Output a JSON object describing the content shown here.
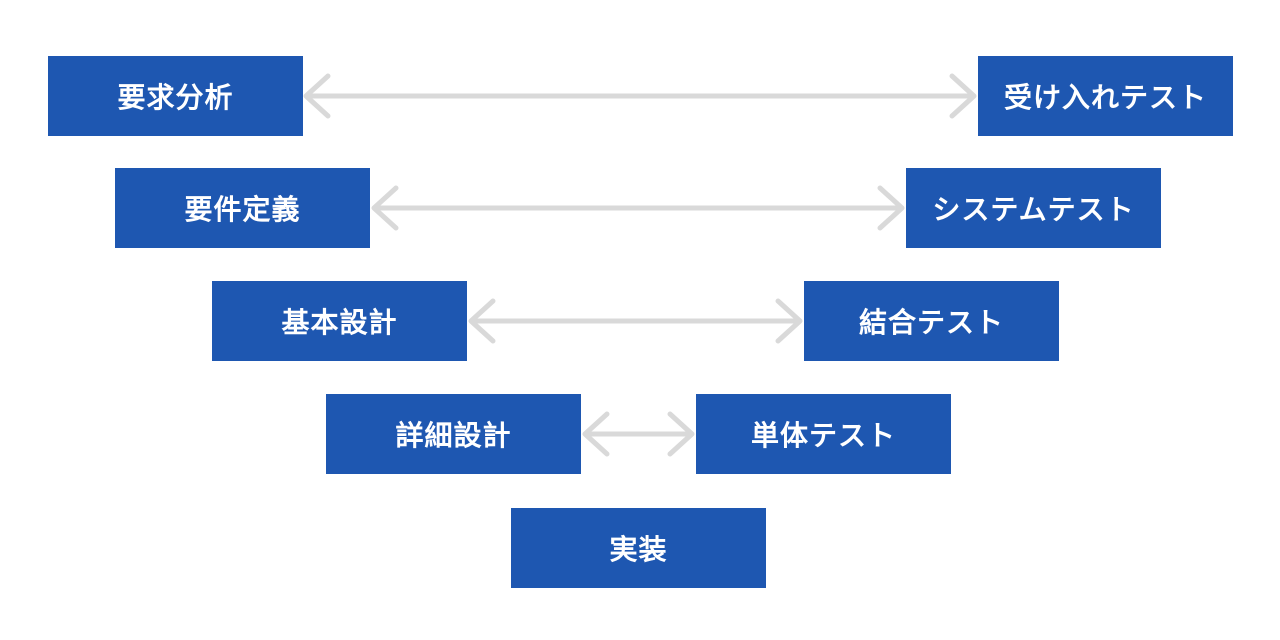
{
  "diagram": {
    "type": "v-model",
    "colors": {
      "box": "#1e57b1",
      "arrow": "#d9d9d9",
      "label": "#ffffff",
      "background": "#ffffff"
    },
    "boxes": [
      {
        "id": "requirements-analysis",
        "label": "要求分析"
      },
      {
        "id": "acceptance-test",
        "label": "受け入れテスト"
      },
      {
        "id": "requirements-definition",
        "label": "要件定義"
      },
      {
        "id": "system-test",
        "label": "システムテスト"
      },
      {
        "id": "basic-design",
        "label": "基本設計"
      },
      {
        "id": "integration-test",
        "label": "結合テスト"
      },
      {
        "id": "detailed-design",
        "label": "詳細設計"
      },
      {
        "id": "unit-test",
        "label": "単体テスト"
      },
      {
        "id": "implementation",
        "label": "実装"
      }
    ],
    "connectors": [
      {
        "from": "requirements-analysis",
        "to": "acceptance-test",
        "style": "double-arrow"
      },
      {
        "from": "requirements-definition",
        "to": "system-test",
        "style": "double-arrow"
      },
      {
        "from": "basic-design",
        "to": "integration-test",
        "style": "double-arrow"
      },
      {
        "from": "detailed-design",
        "to": "unit-test",
        "style": "double-arrow"
      }
    ]
  }
}
